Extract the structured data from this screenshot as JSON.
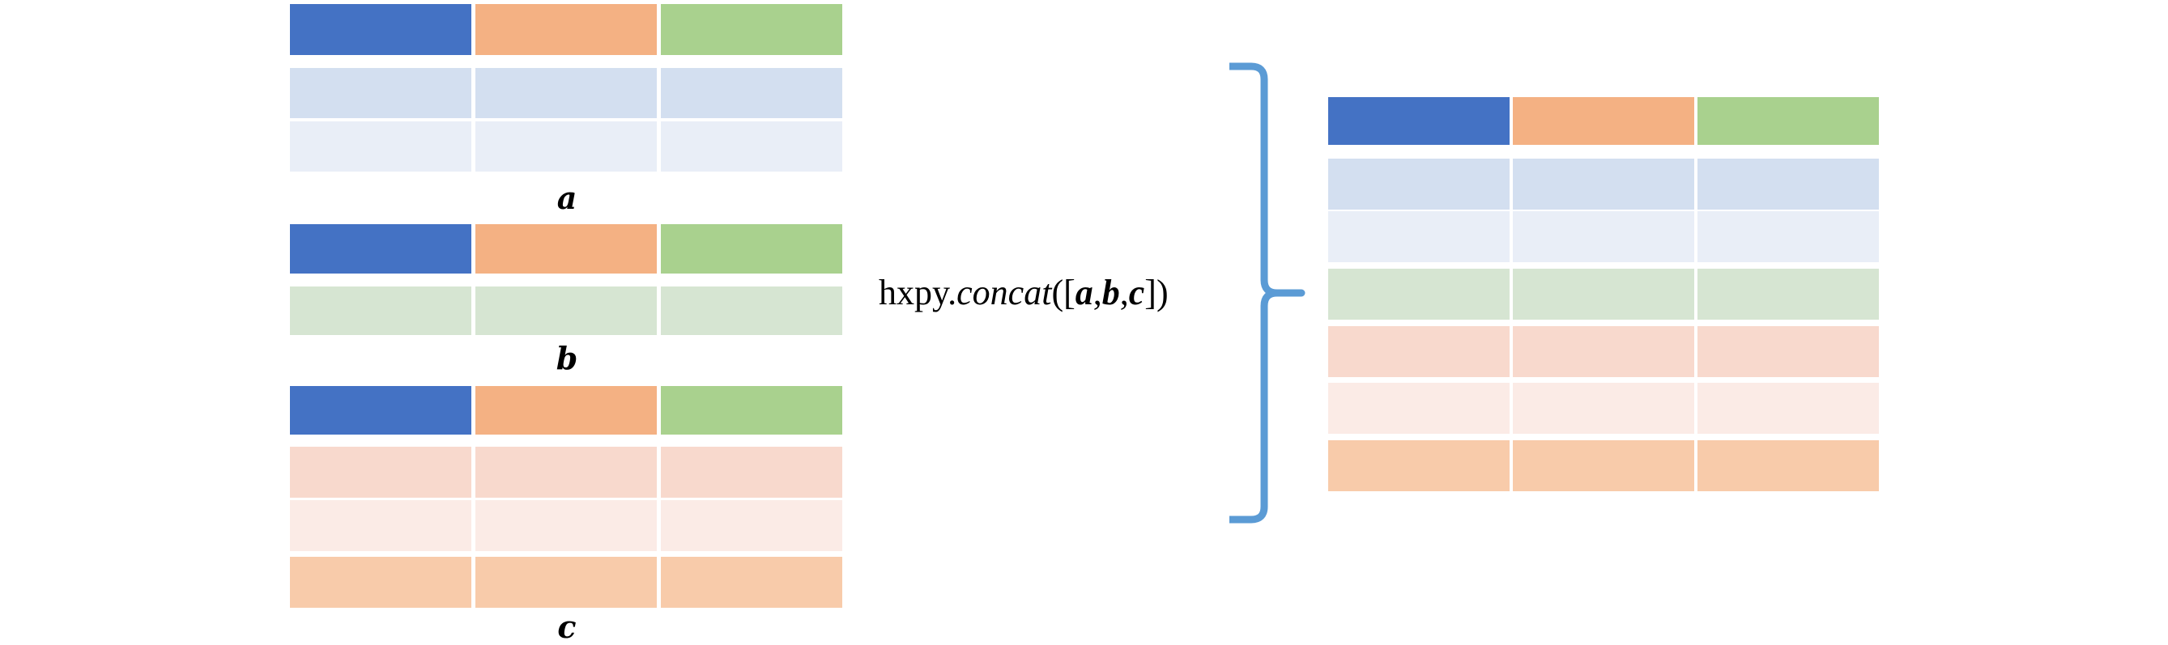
{
  "colors": {
    "header": [
      "#4472c4",
      "#f4b183",
      "#a9d18e"
    ],
    "blue_dark": "#d3dff0",
    "blue_light": "#e9eef7",
    "green": "#d6e5d2",
    "peach_dark": "#f8d9cd",
    "peach_light": "#fbebe6",
    "orange": "#f8cbaa",
    "brace": "#5b9bd5"
  },
  "tables": [
    {
      "label": "a",
      "rows": [
        "blue_dark",
        "blue_light"
      ]
    },
    {
      "label": "b",
      "rows": [
        "green"
      ]
    },
    {
      "label": "c",
      "rows": [
        "peach_dark",
        "peach_light",
        "orange"
      ]
    }
  ],
  "result": {
    "rows": [
      "blue_dark",
      "blue_light",
      "green",
      "peach_dark",
      "peach_light",
      "orange"
    ]
  },
  "formula": {
    "prefix": "hxpy.",
    "func": "concat",
    "open": "([",
    "args": [
      "a",
      "b",
      "c"
    ],
    "sep": ",",
    "close": "])"
  }
}
